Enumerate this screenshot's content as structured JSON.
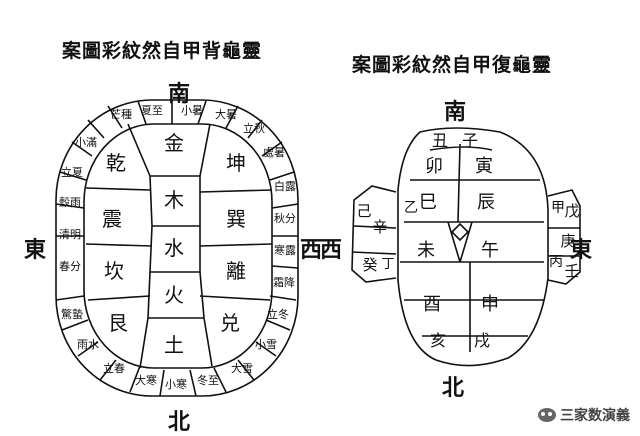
{
  "titles": {
    "back": "案圖彩紋然自甲背龜靈",
    "belly": "案圖彩紋然自甲復龜靈"
  },
  "back": {
    "directions": {
      "south": "南",
      "north": "北",
      "east": "東",
      "west": "西"
    },
    "elements": [
      "金",
      "木",
      "水",
      "火",
      "土"
    ],
    "trigrams": [
      "乾",
      "坤",
      "震",
      "巽",
      "坎",
      "離",
      "艮",
      "兑"
    ],
    "terms": [
      "芒種",
      "夏至",
      "小暑",
      "大暑",
      "立秋",
      "處暑",
      "白露",
      "秋分",
      "寒露",
      "霜降",
      "立冬",
      "小雪",
      "大雪",
      "冬至",
      "小寒",
      "大寒",
      "立春",
      "雨水",
      "驚蟄",
      "春分",
      "清明",
      "穀雨",
      "立夏",
      "小滿"
    ]
  },
  "belly": {
    "directions": {
      "south": "南",
      "north": "北",
      "east": "東",
      "west": "西"
    },
    "stems": [
      "己",
      "辛",
      "癸",
      "甲",
      "戊",
      "庚",
      "丙",
      "壬",
      "乙",
      "丁"
    ],
    "branches": [
      "丑",
      "子",
      "卯",
      "寅",
      "巳",
      "辰",
      "未",
      "午",
      "酉",
      "申",
      "亥",
      "戌"
    ]
  },
  "watermark": "三家数演義",
  "colors": {
    "line": "#111111",
    "background": "#ffffff"
  }
}
